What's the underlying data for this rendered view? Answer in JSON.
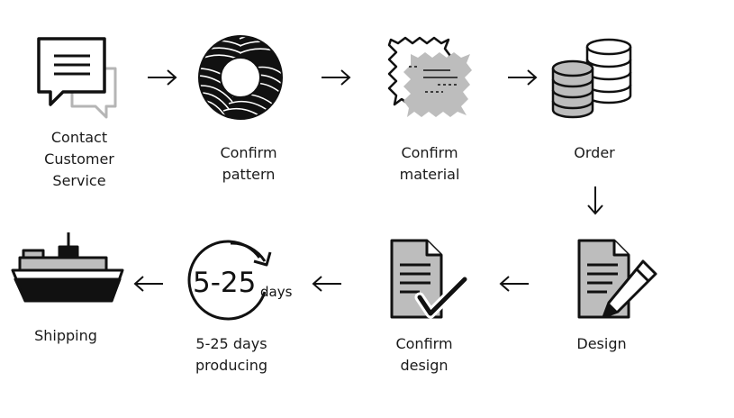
{
  "steps": [
    {
      "label": "Contact Customer\nService",
      "icon": "chat-bubbles-icon"
    },
    {
      "label": "Confirm pattern",
      "icon": "pattern-ring-icon"
    },
    {
      "label": "Confirm material",
      "icon": "fabric-swatch-icon"
    },
    {
      "label": "Order",
      "icon": "coin-stack-icon"
    },
    {
      "label": "Design",
      "icon": "document-pencil-icon"
    },
    {
      "label": "Confirm design",
      "icon": "document-check-icon"
    },
    {
      "label": "5-25 days\nproducing",
      "icon": "cycle-clock-icon"
    },
    {
      "label": "Shipping",
      "icon": "ship-icon"
    }
  ],
  "cycle": {
    "number": "5-25",
    "unit": "days"
  },
  "colors": {
    "stroke": "#111111",
    "fill_gray": "#bdbdbd",
    "light_gray": "#c8c8c8"
  }
}
